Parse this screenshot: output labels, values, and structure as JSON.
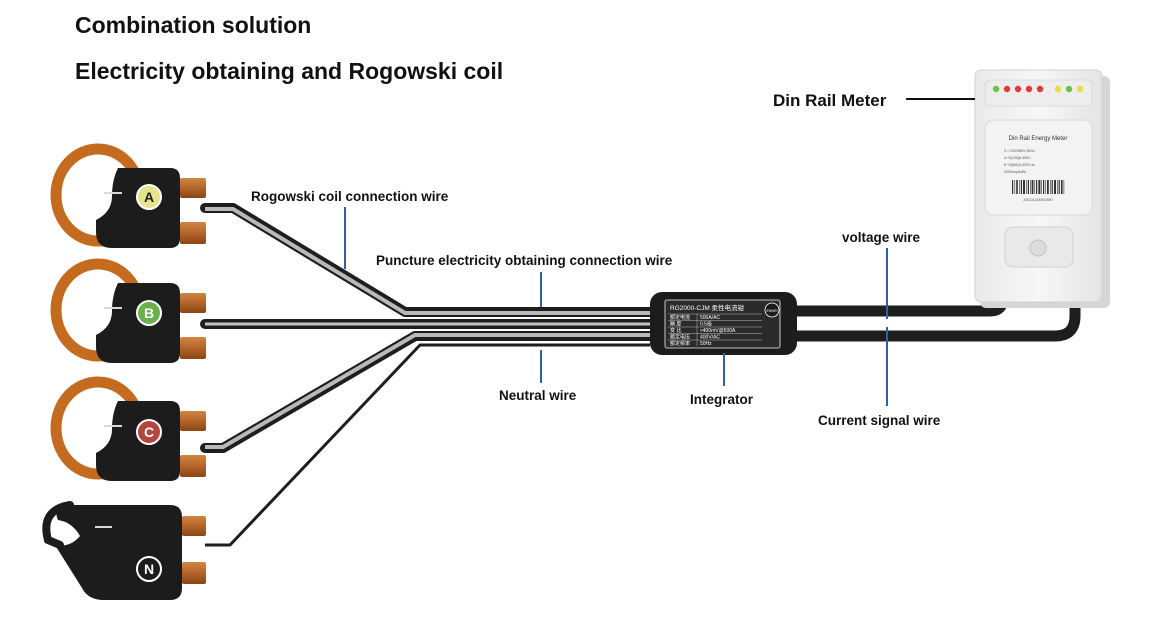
{
  "heading": {
    "title": "Combination solution",
    "subtitle": "Electricity obtaining and Rogowski coil"
  },
  "colors": {
    "coil_orange": "#c56b1f",
    "terminal_copper": "#b5642a",
    "body_black": "#1c1c1c",
    "cable_gray": "#b9b9b9",
    "pointer_blue": "#2f5fa8",
    "badge_A": "#e7e38a",
    "badge_B": "#6ab04c",
    "badge_C": "#b5463e",
    "led_red": "#e23a3a",
    "led_green": "#63c646",
    "led_yellow": "#e9df3c"
  },
  "labels": {
    "rogowski_wire": "Rogowski coil connection wire",
    "puncture_wire": "Puncture electricity obtaining connection wire",
    "neutral_wire": "Neutral wire",
    "integrator": "Integrator",
    "voltage_wire": "voltage wire",
    "current_signal_wire": "Current signal wire",
    "din_rail_meter": "Din Rail Meter"
  },
  "phases": [
    {
      "letter": "A",
      "icon": "phase-a-badge-icon"
    },
    {
      "letter": "B",
      "icon": "phase-b-badge-icon"
    },
    {
      "letter": "C",
      "icon": "phase-c-badge-icon"
    },
    {
      "letter": "N",
      "icon": "neutral-badge-icon"
    }
  ],
  "integrator_box": {
    "model": "RG2000-CJM 柔性电流钳",
    "logo": "ENHEI",
    "rows": [
      {
        "name": "额定电流",
        "value": "500A/AC"
      },
      {
        "name": "精    度",
        "value": "0.5级"
      },
      {
        "name": "变    比",
        "value": "≈400mV@500A"
      },
      {
        "name": "额定电压",
        "value": "400V/AC"
      },
      {
        "name": "额定频率",
        "value": "50Hz"
      }
    ]
  },
  "meter": {
    "title": "Din Rail Energy Meter",
    "specs": [
      "3 × 220/380V 50Hz",
      "A~5(100)A 400V",
      "6~10(60)A 400V ac",
      "2000imp/kWh"
    ],
    "serial": "A0C01234567890"
  }
}
